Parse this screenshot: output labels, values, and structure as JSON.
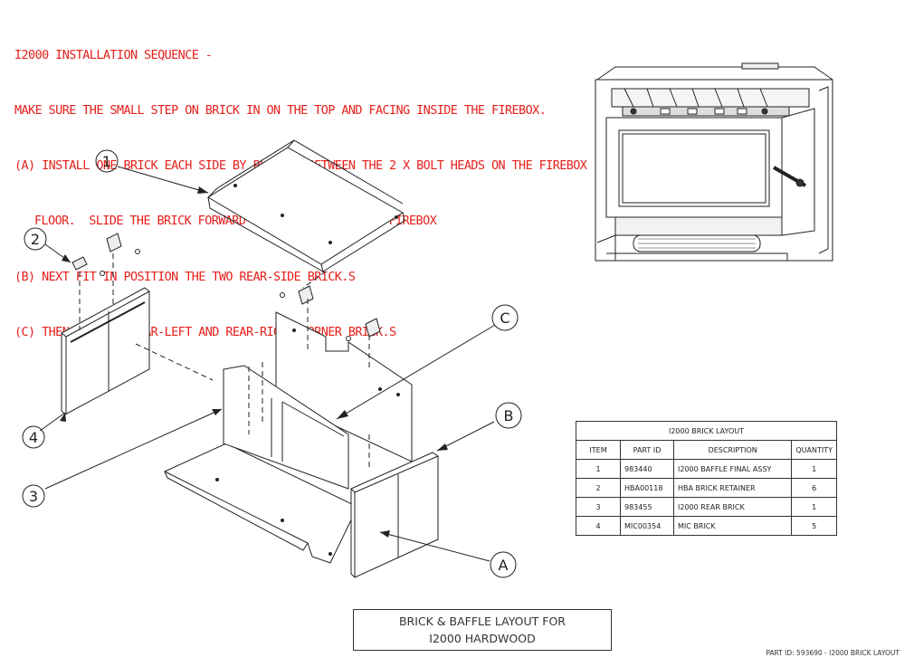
{
  "instructions": {
    "title": "I2000 INSTALLATION SEQUENCE -",
    "line1": "MAKE SURE THE SMALL STEP ON BRICK IN ON THE TOP AND FACING INSIDE THE FIREBOX.",
    "step_a_line1": "(A) INSTALL ONE BRICK EACH SIDE BY PLACING BETWEEN THE 2 X BOLT HEADS ON THE FIREBOX",
    "step_a_line2": "FLOOR.  SLIDE THE BRICK FORWARD TO THE FRONT OF THE FIREBOX",
    "step_b": "(B) NEXT FIT IN POSITION THE TWO REAR-SIDE BRICK.S",
    "step_c": "(C) THEN FIT THE REAR-LEFT AND REAR-RIGHT CORNER BRICK.S"
  },
  "callouts": {
    "c1": "1",
    "c2": "2",
    "c3": "3",
    "c4": "4",
    "cA": "A",
    "cB": "B",
    "cC": "C"
  },
  "bom": {
    "title": "I2000 BRICK LAYOUT",
    "headers": [
      "ITEM",
      "PART ID",
      "DESCRIPTION",
      "QUANTITY"
    ],
    "rows": [
      [
        "1",
        "983440",
        "I2000 BAFFLE FINAL ASSY",
        "1"
      ],
      [
        "2",
        "HBA00118",
        "HBA BRICK RETAINER",
        "6"
      ],
      [
        "3",
        "983455",
        "I2000 REAR  BRICK",
        "1"
      ],
      [
        "4",
        "MIC00354",
        "MIC BRICK",
        "5"
      ]
    ]
  },
  "title_block": {
    "line1": "BRICK & BAFFLE LAYOUT FOR",
    "line2": "I2000 HARDWOOD"
  },
  "footer": {
    "part_id": "PART ID: 593690 - I2000 BRICK LAYOUT"
  },
  "colors": {
    "instruction_text": "#e5211c",
    "linework": "#222222"
  }
}
